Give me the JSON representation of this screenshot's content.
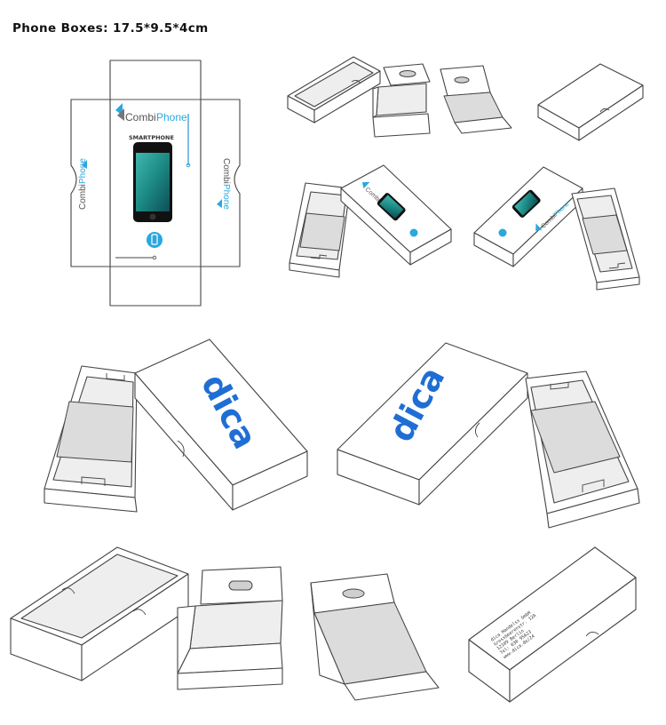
{
  "header": {
    "title": "Phone Boxes: 17.5*9.5*4cm"
  },
  "dieline": {
    "logo_name": "Combi",
    "logo_accent": "Phone",
    "product_label": "SMARTPHONE",
    "side_logo_name": "Combi",
    "side_logo_accent": "Phone"
  },
  "small_lids": {
    "logo_name": "Combi",
    "logo_accent": "Phone"
  },
  "large_lids": {
    "brand": "dica"
  },
  "bottom_lid": {
    "address_lines": [
      "dica Handelss GmbH",
      "Grossbeerenstr. 12A",
      "12109 Berlin",
      "Tel: 030 95623",
      "www.dica.de/24"
    ]
  },
  "colors": {
    "brand_blue": "#1f6ed4",
    "accent_cyan": "#29a8e0",
    "screen_teal": "#1d8a84"
  },
  "icons": [
    "phone-icon",
    "thumb-hole-icon"
  ]
}
